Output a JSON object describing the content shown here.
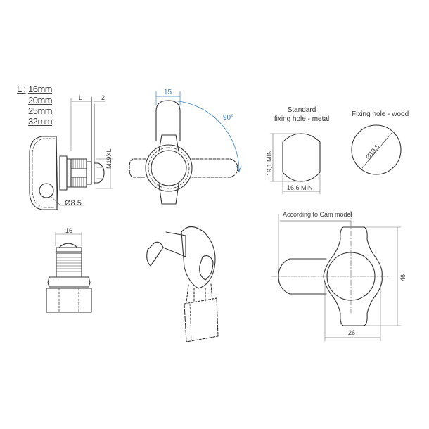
{
  "lengths": {
    "label": "L :",
    "options": [
      "16mm",
      "20mm",
      "25mm",
      "32mm"
    ]
  },
  "side_view": {
    "dim_L": "L",
    "dim_2": "2",
    "thread": "M19XL",
    "hole_diameter": "Ø8.5"
  },
  "top_view": {
    "width": "15",
    "rotation": "90°"
  },
  "metal_hole": {
    "title_line1": "Standard",
    "title_line2": "fixing hole - metal",
    "height": "19,1 MIN",
    "width": "16,6 MIN"
  },
  "wood_hole": {
    "title": "Fixing hole - wood",
    "diameter": "Ø19,5"
  },
  "front_view": {
    "width": "16"
  },
  "cam_view": {
    "note": "According to Cam model",
    "height": "46",
    "width": "26"
  },
  "colors": {
    "line": "#333333",
    "dim": "#777777",
    "accent": "#3a7fc4"
  }
}
